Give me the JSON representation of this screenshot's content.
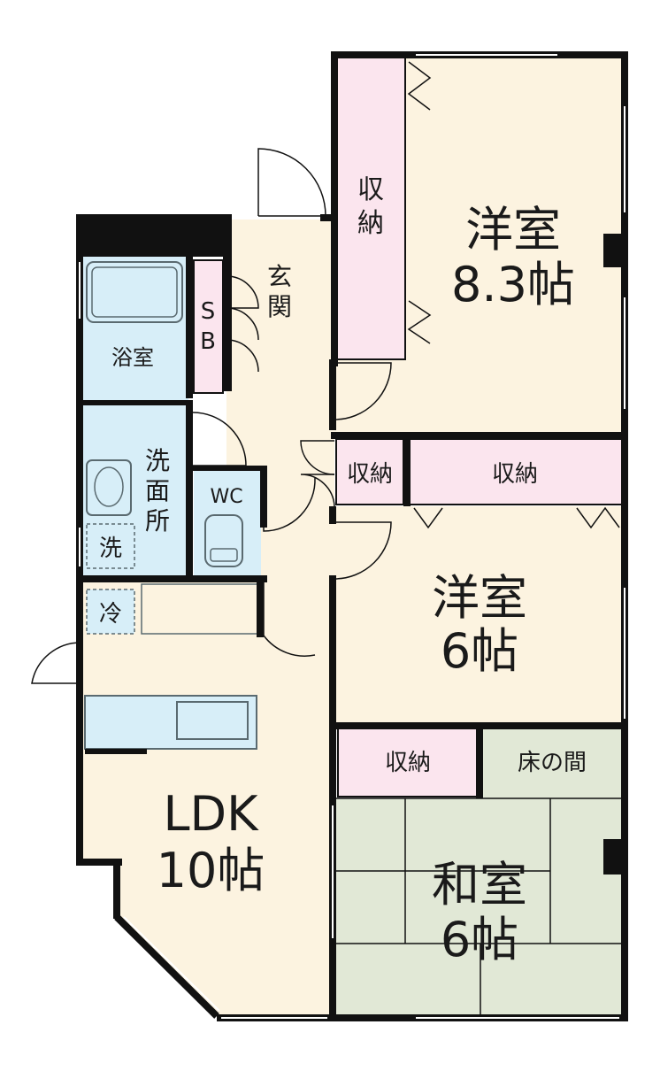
{
  "colors": {
    "wall": "#111111",
    "floor_wood": "#fcf3e0",
    "wet_area": "#d7eef8",
    "storage": "#fbe5ee",
    "tatami": "#e1e8d6",
    "fixture_outline": "#5a6a70"
  },
  "rooms": {
    "western_large": {
      "name": "洋室",
      "size": "8.3帖"
    },
    "western_small": {
      "name": "洋室",
      "size": "6帖"
    },
    "japanese": {
      "name": "和室",
      "size": "6帖"
    },
    "ldk": {
      "name": "LDK",
      "size": "10帖"
    },
    "bath": {
      "name": "浴室"
    },
    "washroom": {
      "name": "洗面所"
    },
    "toilet": {
      "name": "WC"
    },
    "entrance": {
      "name": "玄関"
    },
    "shoe_box": {
      "name": "SB"
    },
    "tokonoma": {
      "name": "床の間"
    }
  },
  "storage_label": "収納",
  "appliances": {
    "washer": "洗",
    "fridge": "冷"
  }
}
